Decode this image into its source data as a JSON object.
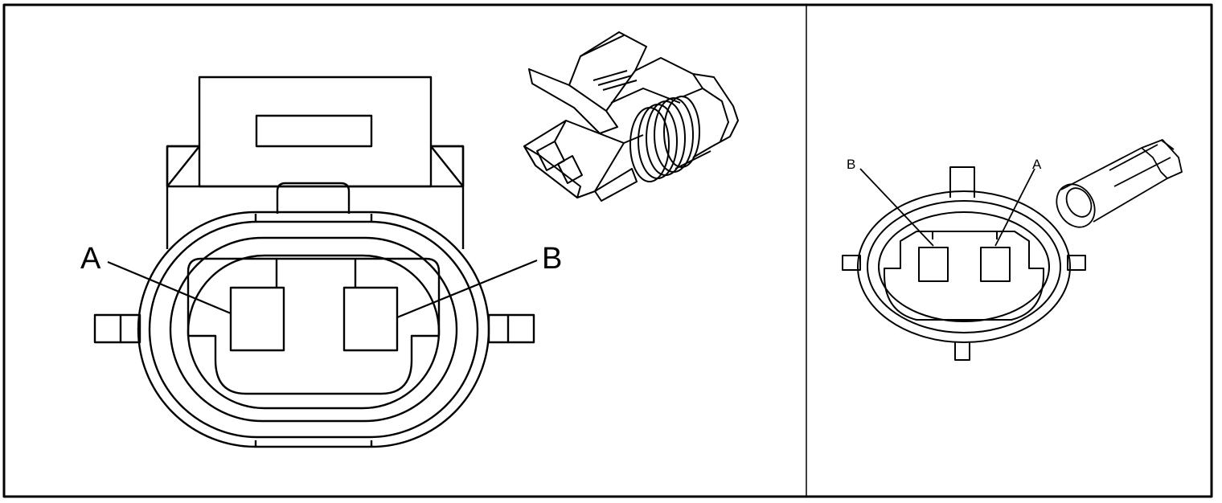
{
  "colors": {
    "stroke": "#000000",
    "background": "#ffffff"
  },
  "left_view": {
    "pin_labels": {
      "a": "A",
      "b": "B"
    },
    "icon": "two-way-connector-face-view"
  },
  "left_inset": {
    "icon": "two-way-connector-3d-view"
  },
  "right_view": {
    "pin_labels": {
      "a": "A",
      "b": "B"
    },
    "icon": "two-way-connector-mating-face-view"
  },
  "right_inset": {
    "icon": "two-way-connector-terminal-3d-view"
  }
}
